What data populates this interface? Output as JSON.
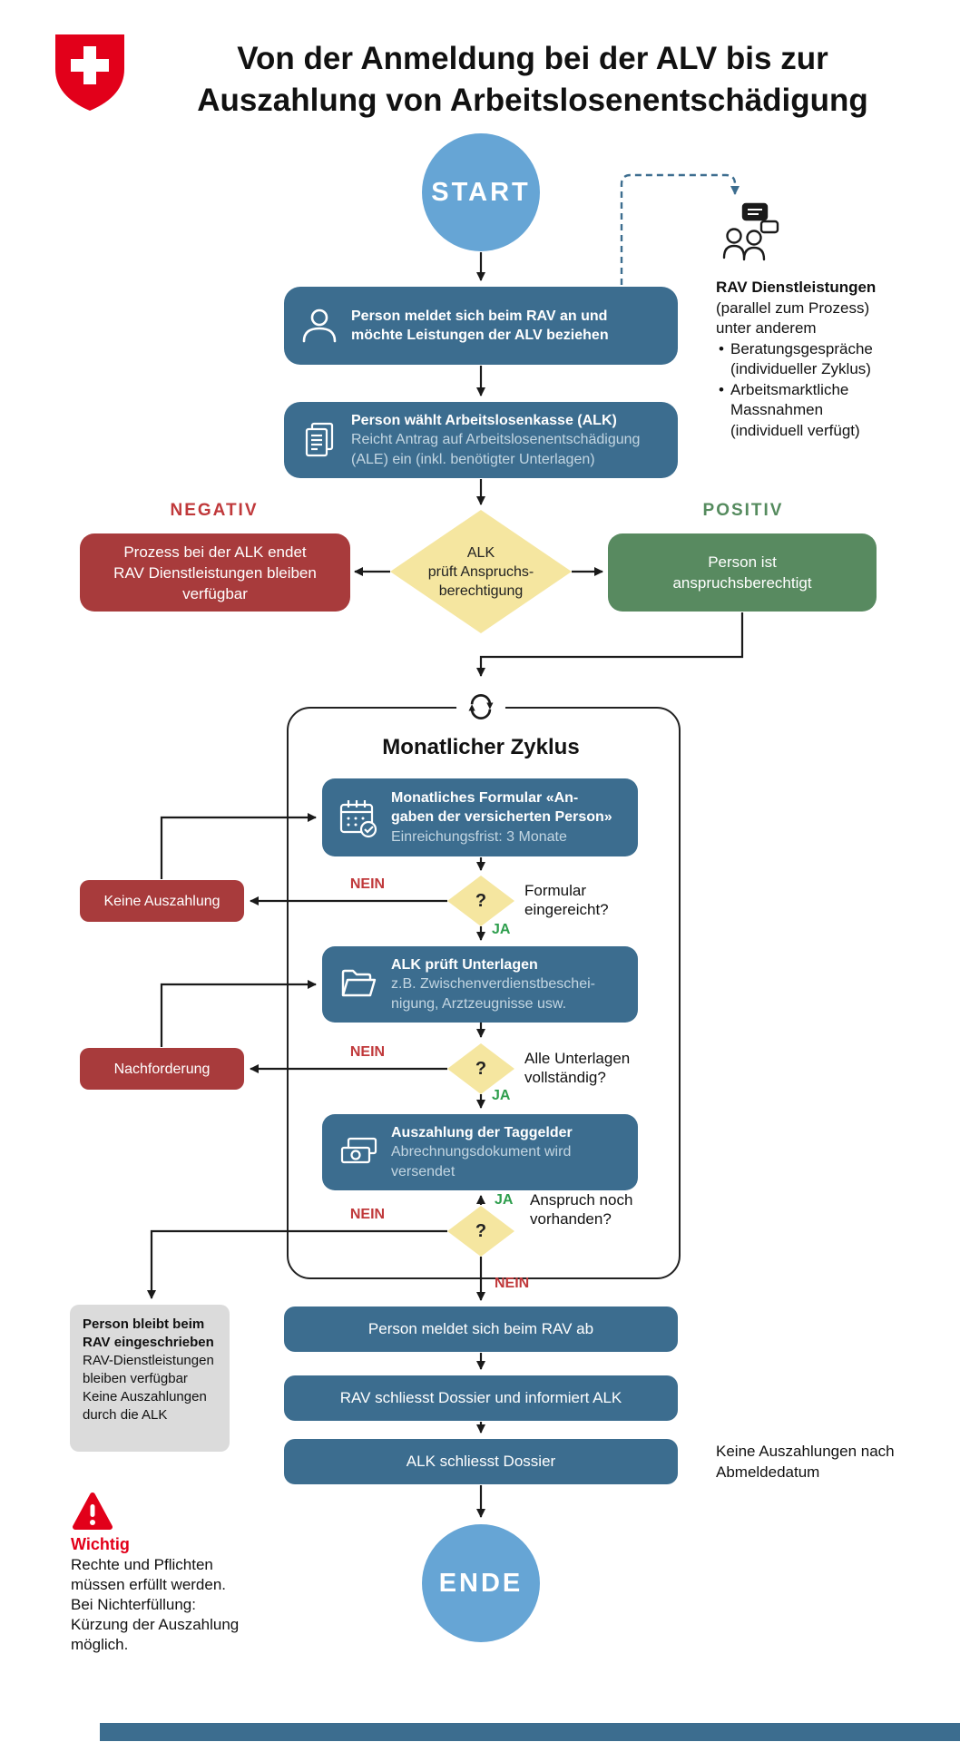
{
  "title": {
    "line1": "Von der Anmeldung bei der ALV bis zur",
    "line2": "Auszahlung von Arbeitslosenentschädigung"
  },
  "labels": {
    "start": "START",
    "ende": "ENDE",
    "negativ": "NEGATIV",
    "positiv": "POSITIV",
    "ja": "JA",
    "nein": "NEIN",
    "qmark": "?"
  },
  "steps": {
    "rav_an": {
      "l1": "Person meldet sich beim RAV an und",
      "l2": "möchte Leistungen der ALV beziehen"
    },
    "alk_wahl": {
      "l1": "Person wählt Arbeitslosenkasse (ALK)",
      "l2": "Reicht Antrag auf Arbeitslosenentschädigung",
      "l3": "(ALE) ein (inkl. benötigter Unterlagen)"
    },
    "pruefung": {
      "l1": "ALK",
      "l2": "prüft Anspruchs-",
      "l3": "berechtigung"
    },
    "negativ_box": {
      "l1": "Prozess bei der ALK endet",
      "l2": "RAV Dienstleistungen bleiben",
      "l3": "verfügbar"
    },
    "positiv_box": {
      "l1": "Person ist",
      "l2": "anspruchsberechtigt"
    }
  },
  "cycle": {
    "title": "Monatlicher Zyklus",
    "formular": {
      "l1": "Monatliches Formular «An-",
      "l2": "gaben der versicherten Person»",
      "l3": "Einreichungsfrist: 3 Monate"
    },
    "q_formular": {
      "l1": "Formular",
      "l2": "eingereicht?"
    },
    "keine_auszahlung": "Keine Auszahlung",
    "pruef_unterlagen": {
      "l1": "ALK prüft Unterlagen",
      "l2": "z.B. Zwischenverdienstbeschei-",
      "l3": "nigung, Arztzeugnisse usw."
    },
    "q_unterlagen": {
      "l1": "Alle Unterlagen",
      "l2": "vollständig?"
    },
    "nachforderung": "Nachforderung",
    "auszahlung": {
      "l1": "Auszahlung der Taggelder",
      "l2": "Abrechnungsdokument wird",
      "l3": "versendet"
    },
    "q_anspruch": {
      "l1": "Anspruch noch",
      "l2": "vorhanden?"
    }
  },
  "ende_sequenz": {
    "rav_ab": "Person meldet sich beim RAV ab",
    "rav_dossier": "RAV schliesst Dossier und informiert ALK",
    "alk_dossier": "ALK schliesst Dossier",
    "hinweis": {
      "l1": "Keine Auszahlungen nach",
      "l2": "Abmeldedatum"
    }
  },
  "bleibt_box": {
    "l1": "Person bleibt beim",
    "l2": "RAV eingeschrieben",
    "l3": "RAV-Dienstleistungen",
    "l4": "bleiben verfügbar",
    "l5": "Keine Auszahlungen",
    "l6": "durch die ALK"
  },
  "wichtig": {
    "titel": "Wichtig",
    "l1": "Rechte und Pflichten",
    "l2": "müssen erfüllt werden.",
    "l3": "Bei Nichterfüllung:",
    "l4": "Kürzung der Auszahlung",
    "l5": "möglich."
  },
  "dienstleistungen": {
    "titel": "RAV Dienstleistungen",
    "l1": "(parallel zum Prozess)",
    "l2": "unter anderem",
    "b1l1": "Beratungsgespräche",
    "b1l2": "(individueller Zyklus)",
    "b2l1": "Arbeitsmarktliche",
    "b2l2": "Massnahmen",
    "b2l3": "(individuell verfügt)"
  },
  "colors": {
    "process_blue": "#3C6D8F",
    "start_end_blue": "#66A5D5",
    "negative_red": "#A83B3C",
    "positive_green": "#588A60",
    "decision_yellow": "#F5E6A0",
    "nein_label_red": "#C0393B",
    "ja_label_green": "#2E9E4D",
    "swiss_red": "#E2001A",
    "info_gray": "#DBDBDB"
  }
}
